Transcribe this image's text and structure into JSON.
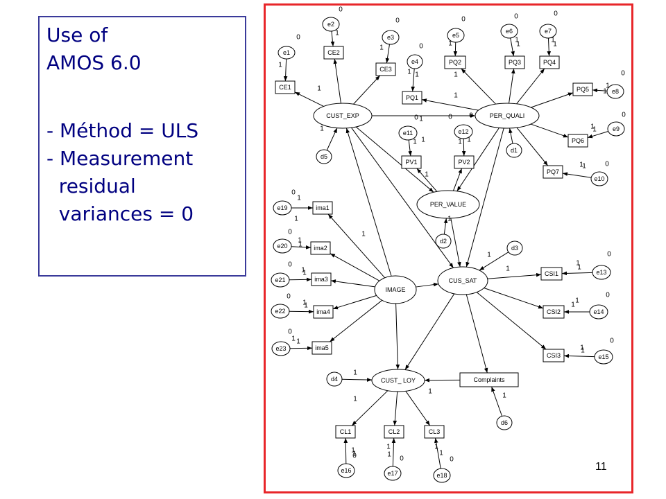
{
  "textbox": {
    "lines": [
      "Use of",
      "AMOS 6.0",
      "",
      "- Méthod = ULS",
      "- Measurement",
      "  residual",
      "  variances = 0"
    ]
  },
  "page_number": "11",
  "diagram": {
    "latents": [
      {
        "id": "CUST_EXP",
        "label": "CUST_EXP"
      },
      {
        "id": "PER_QUALI",
        "label": "PER_QUALI"
      },
      {
        "id": "PER_VALUE",
        "label": "PER_VALUE"
      },
      {
        "id": "IMAGE",
        "label": "IMAGE"
      },
      {
        "id": "CUS_SAT",
        "label": "CUS_SAT"
      },
      {
        "id": "CUST_LOY",
        "label": "CUST_ LOY"
      }
    ],
    "indicators": [
      {
        "id": "CE1",
        "label": "CE1"
      },
      {
        "id": "CE2",
        "label": "CE2"
      },
      {
        "id": "CE3",
        "label": "CE3"
      },
      {
        "id": "PQ1",
        "label": "PQ1"
      },
      {
        "id": "PQ2",
        "label": "PQ2"
      },
      {
        "id": "PQ3",
        "label": "PQ3"
      },
      {
        "id": "PQ4",
        "label": "PQ4"
      },
      {
        "id": "PQ5",
        "label": "PQ5"
      },
      {
        "id": "PQ6",
        "label": "PQ6"
      },
      {
        "id": "PQ7",
        "label": "PQ7"
      },
      {
        "id": "PV1",
        "label": "PV1"
      },
      {
        "id": "PV2",
        "label": "PV2"
      },
      {
        "id": "ima1",
        "label": "ima1"
      },
      {
        "id": "ima2",
        "label": "ima2"
      },
      {
        "id": "ima3",
        "label": "ima3"
      },
      {
        "id": "ima4",
        "label": "ima4"
      },
      {
        "id": "ima5",
        "label": "ima5"
      },
      {
        "id": "CSI1",
        "label": "CSI1"
      },
      {
        "id": "CSI2",
        "label": "CSI2"
      },
      {
        "id": "CSI3",
        "label": "CSI3"
      },
      {
        "id": "CL1",
        "label": "CL1"
      },
      {
        "id": "CL2",
        "label": "CL2"
      },
      {
        "id": "CL3",
        "label": "CL3"
      },
      {
        "id": "Complaints",
        "label": "Complaints"
      }
    ],
    "errors": [
      {
        "id": "e1",
        "label": "e1",
        "color": "#800080"
      },
      {
        "id": "e2",
        "label": "e2"
      },
      {
        "id": "e3",
        "label": "e3"
      },
      {
        "id": "e4",
        "label": "e4"
      },
      {
        "id": "e5",
        "label": "e5"
      },
      {
        "id": "e6",
        "label": "e6"
      },
      {
        "id": "e7",
        "label": "e7"
      },
      {
        "id": "e8",
        "label": "e8"
      },
      {
        "id": "e9",
        "label": "e9"
      },
      {
        "id": "e10",
        "label": "e10"
      },
      {
        "id": "e11",
        "label": "e11"
      },
      {
        "id": "e12",
        "label": "e12"
      },
      {
        "id": "e13",
        "label": "e13"
      },
      {
        "id": "e14",
        "label": "e14"
      },
      {
        "id": "e15",
        "label": "e15"
      },
      {
        "id": "e16",
        "label": "e16"
      },
      {
        "id": "e17",
        "label": "e17"
      },
      {
        "id": "e18",
        "label": "e18"
      },
      {
        "id": "e19",
        "label": "e19"
      },
      {
        "id": "e20",
        "label": "e20"
      },
      {
        "id": "e21",
        "label": "e21"
      },
      {
        "id": "e22",
        "label": "e22"
      },
      {
        "id": "e23",
        "label": "e23"
      },
      {
        "id": "d1",
        "label": "d1"
      },
      {
        "id": "d2",
        "label": "d2"
      },
      {
        "id": "d3",
        "label": "d3"
      },
      {
        "id": "d4",
        "label": "d4"
      },
      {
        "id": "d5",
        "label": "d5"
      },
      {
        "id": "d6",
        "label": "d6"
      }
    ],
    "labels": {
      "one": "1",
      "zero": "0"
    }
  }
}
